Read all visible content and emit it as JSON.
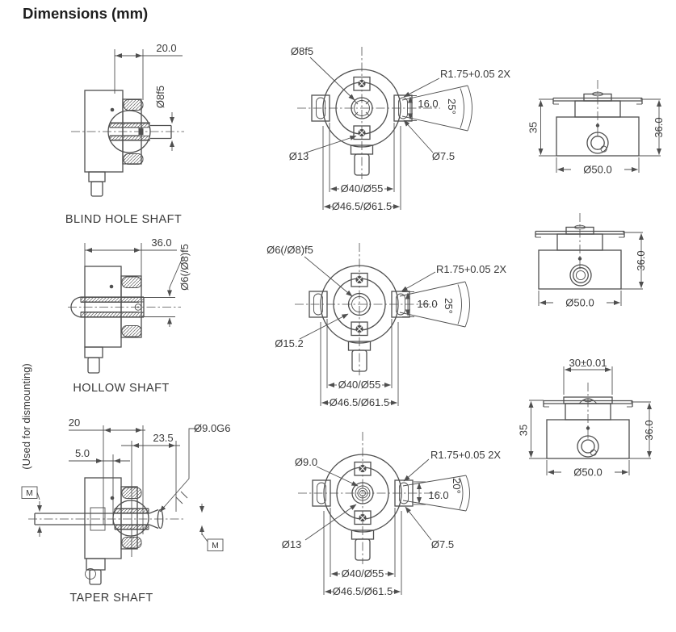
{
  "page": {
    "title": "Dimensions (mm)"
  },
  "colors": {
    "line": "#4f4f4f",
    "text": "#3a3a3a",
    "background": "#ffffff"
  },
  "blind": {
    "side": {
      "caption": "BLIND HOLE SHAFT",
      "width": "20.0",
      "shaft": "Ø8f5"
    },
    "front": {
      "shaft": "Ø8f5",
      "radius": "R1.75+0.05 2X",
      "height": "16.0",
      "angle": "25°",
      "d13": "Ø13",
      "d75": "Ø7.5",
      "bolt": "Ø40/Ø55",
      "flange": "Ø46.5/Ø61.5"
    },
    "rear": {
      "h35": "35",
      "h36": "36.0",
      "d50": "Ø50.0"
    }
  },
  "hollow": {
    "side": {
      "caption": "HOLLOW SHAFT",
      "width": "36.0",
      "shaft": "Ø6(/Ø8)f5"
    },
    "front": {
      "shaft": "Ø6(/Ø8)f5",
      "radius": "R1.75+0.05 2X",
      "height": "16.0",
      "angle": "25°",
      "d152": "Ø15.2",
      "bolt": "Ø40/Ø55",
      "flange": "Ø46.5/Ø61.5"
    },
    "rear": {
      "h36": "36.0",
      "d50": "Ø50.0"
    }
  },
  "taper": {
    "side": {
      "caption": "TAPER SHAFT",
      "note": "(Used for dismounting)",
      "d20": "20",
      "d235": "23.5",
      "d5": "5.0",
      "shaft": "Ø9.0G6",
      "datum": "M"
    },
    "front": {
      "shaft": "Ø9.0",
      "radius": "R1.75+0.05 2X",
      "height": "16.0",
      "angle": "20°",
      "d13": "Ø13",
      "d75": "Ø7.5",
      "bolt": "Ø40/Ø55",
      "flange": "Ø46.5/Ø61.5"
    },
    "rear": {
      "top": "30±0.01",
      "h35": "35",
      "h36": "36.0",
      "d50": "Ø50.0"
    }
  }
}
